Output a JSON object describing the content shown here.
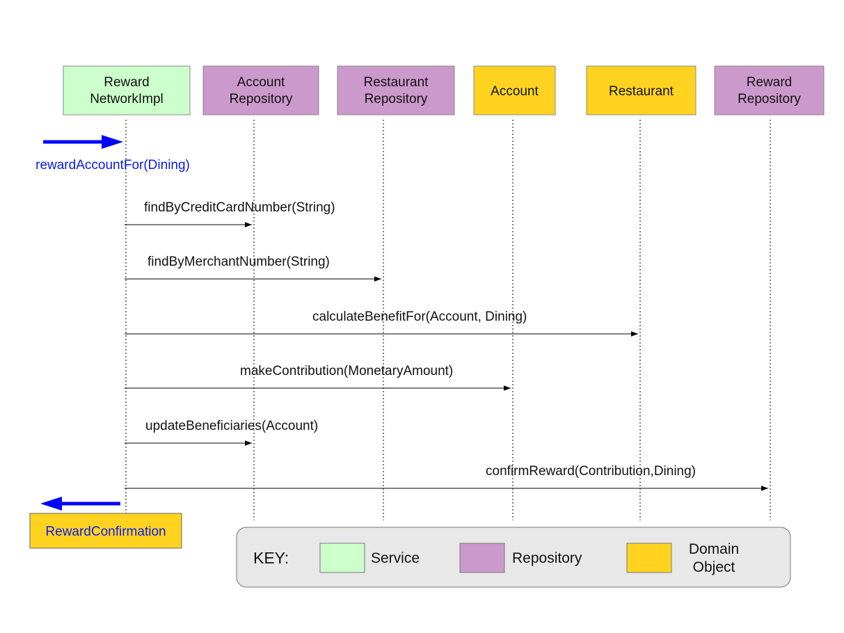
{
  "colors": {
    "service": "#ccffcc",
    "repository": "#cc99cc",
    "domain": "#ffd320",
    "call_arrow": "#0000ff",
    "return_text": "#0a1aee"
  },
  "participants": [
    {
      "lines": [
        "Reward",
        "NetworkImpl"
      ],
      "kind": "service"
    },
    {
      "lines": [
        "Account",
        "Repository"
      ],
      "kind": "repository"
    },
    {
      "lines": [
        "Restaurant",
        "Repository"
      ],
      "kind": "repository"
    },
    {
      "lines": [
        "Account"
      ],
      "kind": "domain"
    },
    {
      "lines": [
        "Restaurant"
      ],
      "kind": "domain"
    },
    {
      "lines": [
        "Reward",
        "Repository"
      ],
      "kind": "repository"
    }
  ],
  "incoming_call": {
    "label": "rewardAccountFor(Dining)"
  },
  "return_value": {
    "label": "RewardConfirmation"
  },
  "messages": [
    {
      "label": "findByCreditCardNumber(String)",
      "to": 1
    },
    {
      "label": "findByMerchantNumber(String)",
      "to": 2
    },
    {
      "label": "calculateBenefitFor(Account,  Dining)",
      "to": 4
    },
    {
      "label": "makeContribution(MonetaryAmount)",
      "to": 3
    },
    {
      "label": "updateBeneficiaries(Account)",
      "to": 1
    },
    {
      "label": "confirmReward(Contribution,Dining)",
      "to": 5
    }
  ],
  "key": {
    "title": "KEY:",
    "items": [
      {
        "kind": "service",
        "lines": [
          "Service"
        ]
      },
      {
        "kind": "repository",
        "lines": [
          "Repository"
        ]
      },
      {
        "kind": "domain",
        "lines": [
          "Domain",
          "Object"
        ]
      }
    ]
  }
}
